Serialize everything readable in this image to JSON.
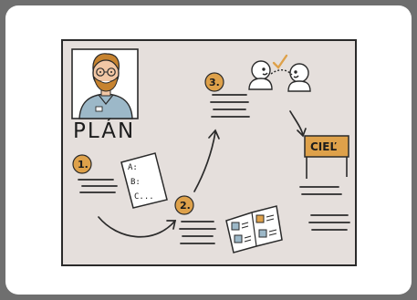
{
  "board": {
    "title": "PLÁN",
    "goal_sign": "CIEĽ"
  },
  "steps": [
    {
      "number": "1."
    },
    {
      "number": "2."
    },
    {
      "number": "3."
    }
  ],
  "checklist": [
    "A:",
    "B:",
    "C..."
  ],
  "colors": {
    "frame": "#6f6f6f",
    "board": "#e5dfdc",
    "accent": "#dea14a",
    "ink": "#1c1c1c"
  }
}
